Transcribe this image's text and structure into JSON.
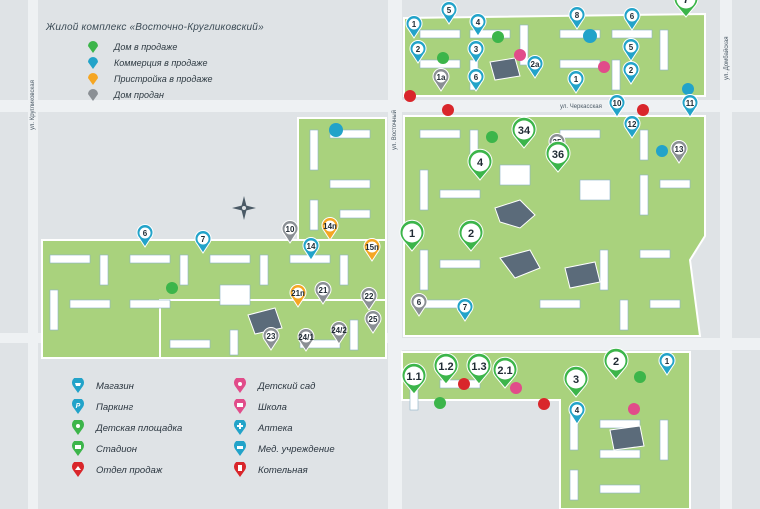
{
  "legend": {
    "title": "Жилой комплекс «Восточно-Кругликовский»",
    "items": [
      {
        "label": "Дом в продаже",
        "color": "#3cb54a"
      },
      {
        "label": "Коммерция в продаже",
        "color": "#22a3c9"
      },
      {
        "label": "Пристройка в продаже",
        "color": "#f5a623"
      },
      {
        "label": "Дом продан",
        "color": "#8a8f94"
      }
    ]
  },
  "facilities": [
    {
      "label": "Магазин",
      "icon": "cart-icon",
      "color": "#22a3c9"
    },
    {
      "label": "Паркинг",
      "icon": "parking-icon",
      "color": "#22a3c9"
    },
    {
      "label": "Детская площадка",
      "icon": "playground-icon",
      "color": "#3cb54a"
    },
    {
      "label": "Стадион",
      "icon": "stadium-icon",
      "color": "#3cb54a"
    },
    {
      "label": "Отдел продаж",
      "icon": "sales-office-icon",
      "color": "#d9262b"
    },
    {
      "label": "Детский сад",
      "icon": "kindergarten-icon",
      "color": "#e14c8a"
    },
    {
      "label": "Школа",
      "icon": "school-icon",
      "color": "#e14c8a"
    },
    {
      "label": "Аптека",
      "icon": "pharmacy-icon",
      "color": "#22a3c9"
    },
    {
      "label": "Мед. учреждение",
      "icon": "medical-icon",
      "color": "#22a3c9"
    },
    {
      "label": "Котельная",
      "icon": "boiler-icon",
      "color": "#d9262b"
    }
  ],
  "streets": [
    "ул. Черкасская",
    "ул. Кругликовская",
    "ул. Восточный",
    "ул. Домбайская"
  ],
  "markers": [
    {
      "label": "5",
      "status": "commerce"
    },
    {
      "label": "1",
      "status": "commerce"
    },
    {
      "label": "4",
      "status": "commerce"
    },
    {
      "label": "3",
      "status": "commerce"
    },
    {
      "label": "8",
      "status": "commerce"
    },
    {
      "label": "6",
      "status": "commerce"
    },
    {
      "label": "7",
      "status": "house"
    },
    {
      "label": "2",
      "status": "commerce"
    },
    {
      "label": "5",
      "status": "commerce"
    },
    {
      "label": "2",
      "status": "commerce"
    },
    {
      "label": "2а",
      "status": "commerce"
    },
    {
      "label": "1а",
      "status": "sold"
    },
    {
      "label": "6",
      "status": "commerce"
    },
    {
      "label": "1",
      "status": "commerce"
    },
    {
      "label": "10",
      "status": "commerce"
    },
    {
      "label": "11",
      "status": "commerce"
    },
    {
      "label": "12",
      "status": "commerce"
    },
    {
      "label": "34",
      "status": "house"
    },
    {
      "label": "35",
      "status": "sold"
    },
    {
      "label": "36",
      "status": "house"
    },
    {
      "label": "13",
      "status": "sold"
    },
    {
      "label": "4",
      "status": "house"
    },
    {
      "label": "1",
      "status": "house"
    },
    {
      "label": "2",
      "status": "house"
    },
    {
      "label": "6",
      "status": "commerce"
    },
    {
      "label": "7",
      "status": "commerce"
    },
    {
      "label": "10",
      "status": "sold"
    },
    {
      "label": "14",
      "status": "commerce"
    },
    {
      "label": "14п",
      "status": "annex"
    },
    {
      "label": "15п",
      "status": "annex"
    },
    {
      "label": "21п",
      "status": "annex"
    },
    {
      "label": "21",
      "status": "sold"
    },
    {
      "label": "22",
      "status": "sold"
    },
    {
      "label": "23",
      "status": "sold"
    },
    {
      "label": "24/1",
      "status": "sold"
    },
    {
      "label": "24/2",
      "status": "sold"
    },
    {
      "label": "25",
      "status": "sold"
    },
    {
      "label": "6",
      "status": "sold"
    },
    {
      "label": "7",
      "status": "commerce"
    },
    {
      "label": "1.1",
      "status": "house"
    },
    {
      "label": "1.2",
      "status": "house"
    },
    {
      "label": "1.3",
      "status": "house"
    },
    {
      "label": "2.1",
      "status": "house"
    },
    {
      "label": "3",
      "status": "house"
    },
    {
      "label": "2",
      "status": "house"
    },
    {
      "label": "1",
      "status": "commerce"
    },
    {
      "label": "4",
      "status": "commerce"
    }
  ],
  "colors": {
    "house": "#3cb54a",
    "commerce": "#22a3c9",
    "annex": "#f5a623",
    "sold": "#8a8f94",
    "road": "#eef1f3",
    "block": "#a9d27d",
    "building": "#ffffff",
    "roof": "#5b6b7a"
  }
}
